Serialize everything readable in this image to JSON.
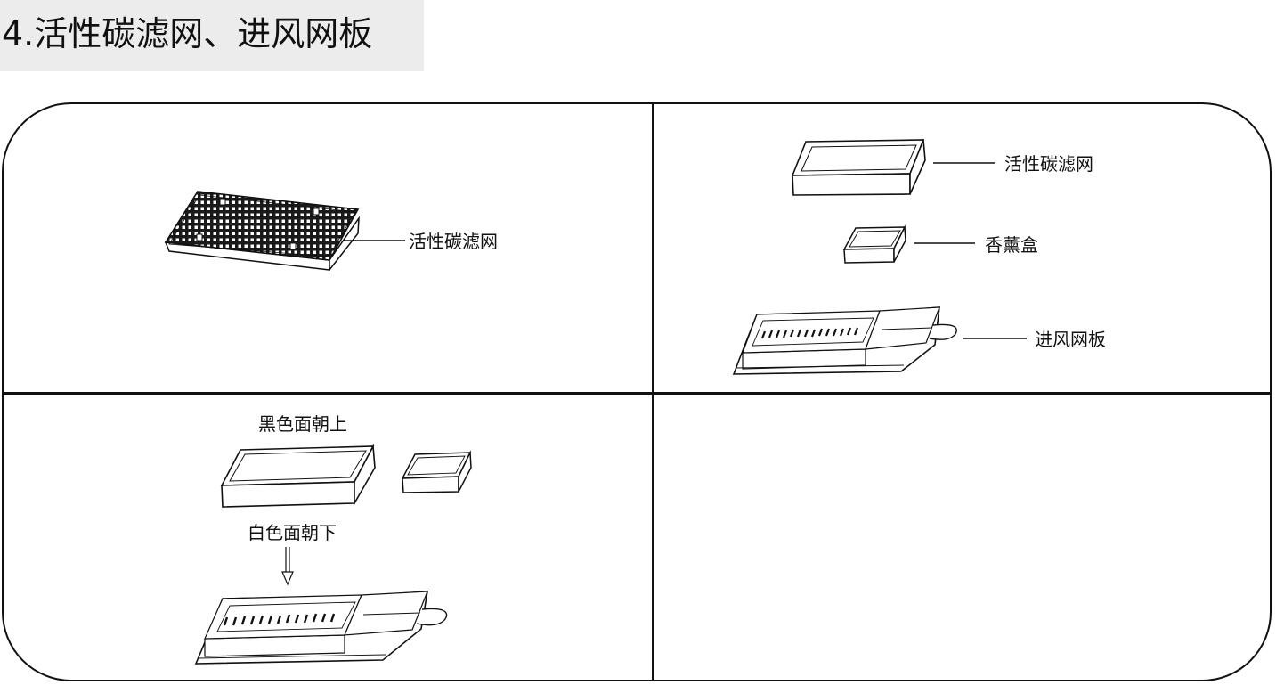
{
  "page": {
    "title": "4.活性碳滤网、进风网板"
  },
  "panel_top_left": {
    "carbon_filter_label": "活性碳滤网"
  },
  "panel_top_right": {
    "carbon_filter_label": "活性碳滤网",
    "aroma_box_label": "香薰盒",
    "intake_plate_label": "进风网板"
  },
  "panel_bottom_left": {
    "black_side_label": "黑色面朝上",
    "white_side_label": "白色面朝下"
  },
  "panel_bottom_right": {}
}
